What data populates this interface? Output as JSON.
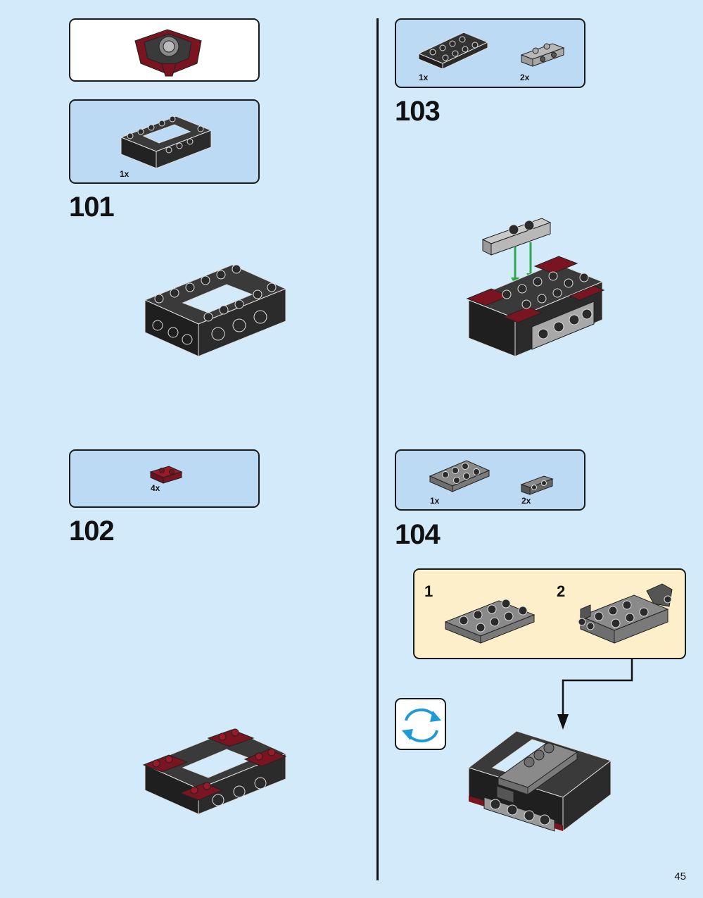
{
  "page_number": "45",
  "steps": [
    {
      "number": "101",
      "parts": [
        {
          "qty": "1x"
        }
      ]
    },
    {
      "number": "102",
      "parts": [
        {
          "qty": "4x"
        }
      ]
    },
    {
      "number": "103",
      "parts": [
        {
          "qty": "1x"
        },
        {
          "qty": "2x"
        }
      ]
    },
    {
      "number": "104",
      "parts": [
        {
          "qty": "1x"
        },
        {
          "qty": "2x"
        }
      ],
      "substeps": [
        {
          "number": "1"
        },
        {
          "number": "2"
        }
      ]
    }
  ],
  "colors": {
    "background": "#d3eafa",
    "parts_box": "#bcdaf4",
    "substep_box": "#fdefca",
    "black_brick": "#2b2b2b",
    "dark_red": "#7a1421",
    "grey": "#8a8a8a",
    "light_grey": "#c9c9c9",
    "arrow_green": "#2ea84a",
    "rotate_blue": "#1e9ad6"
  }
}
